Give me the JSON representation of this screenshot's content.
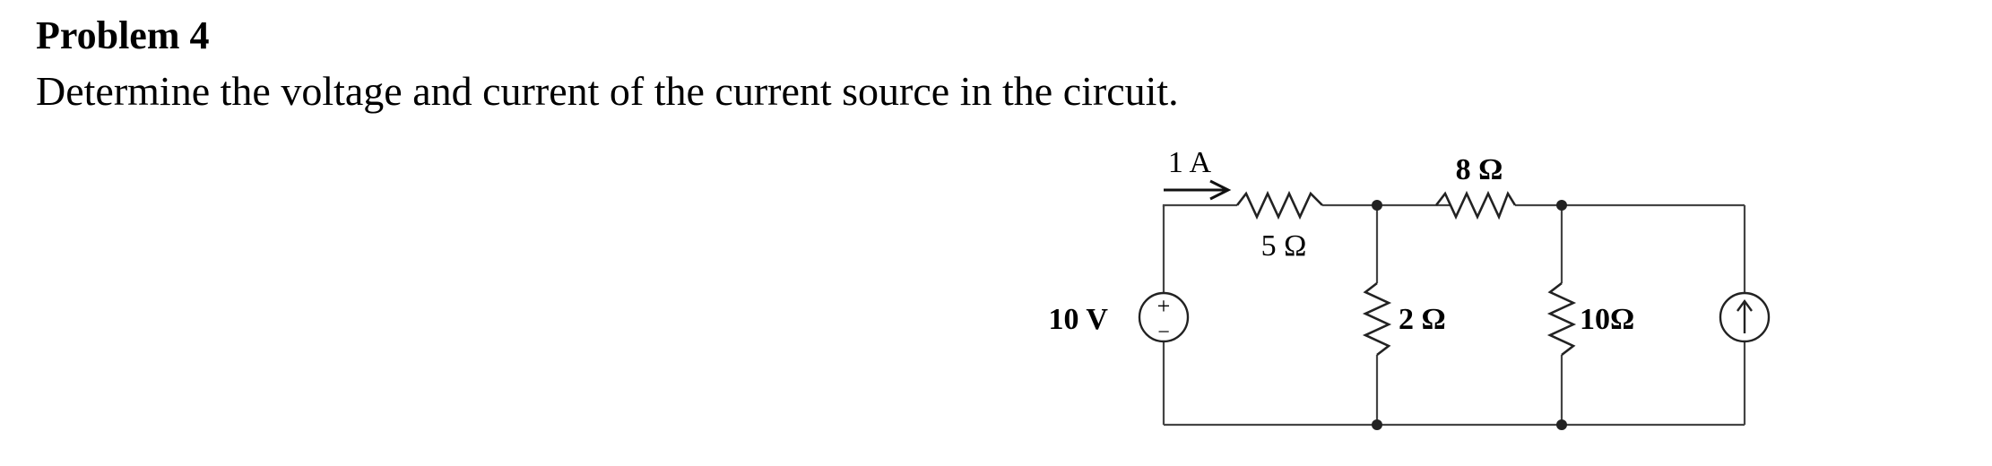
{
  "problem": {
    "title": "Problem 4",
    "statement": "Determine the voltage and current of the current source in the circuit."
  },
  "circuit": {
    "components": [
      {
        "id": "voltage-source",
        "type": "voltage-source",
        "label": "10 V",
        "polarity_top": "+",
        "polarity_bottom": "−"
      },
      {
        "id": "resistor-5",
        "type": "resistor",
        "label": "5 Ω"
      },
      {
        "id": "resistor-8",
        "type": "resistor",
        "label": "8 Ω"
      },
      {
        "id": "resistor-2",
        "type": "resistor",
        "label": "2 Ω"
      },
      {
        "id": "resistor-10",
        "type": "resistor",
        "label": "10Ω"
      },
      {
        "id": "current-source",
        "type": "current-source",
        "arrow": "up"
      }
    ],
    "current_annotation": {
      "label": "1 A",
      "arrow": "right"
    }
  }
}
